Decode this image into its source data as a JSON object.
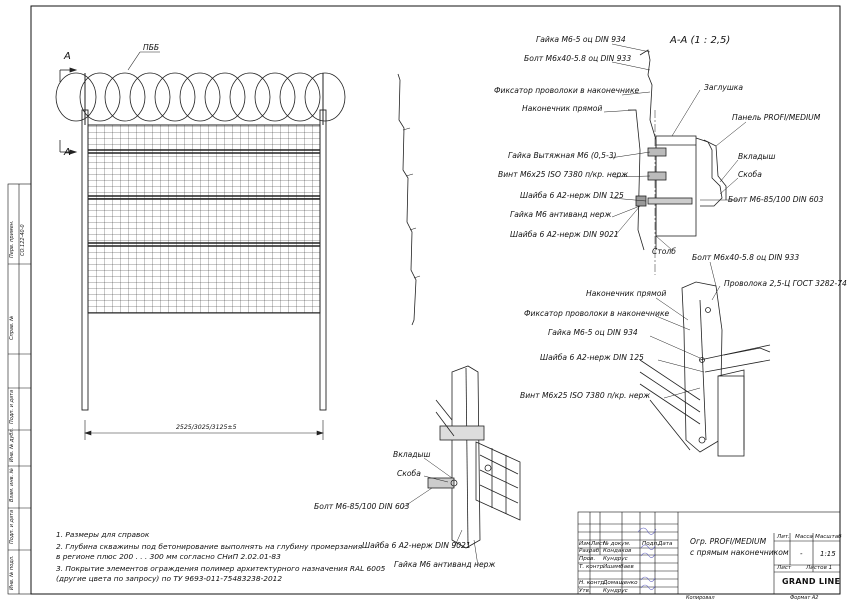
{
  "section_mark": "A",
  "top_label": "ПББ",
  "dimension": "2525/3025/3125±5",
  "section_title": "А-А (1 : 2,5)",
  "section_labels": {
    "nut_m6_5": "Гайка М6-5 оц DIN 934",
    "bolt_m6x40": "Болт М6х40-5.8 оц DIN 933",
    "wire_clamp": "Фиксатор проволоки в наконечнике",
    "tip_straight": "Наконечник прямой",
    "plug": "Заглушка",
    "panel": "Панель PROFI/MEDIUM",
    "nut_extended": "Гайка Вытяжная М6 (0,5-3)",
    "liner": "Вкладыш",
    "bracket": "Скоба",
    "screw_m6x25": "Винт М6х25 ISO 7380 п/кр. нерж",
    "washer_din125": "Шайба 6 А2-нерж DIN 125",
    "bolt_m6_85": "Болт  М6-85/100 DIN 603",
    "nut_antivandal": "Гайка М6 антиванд нерж",
    "washer_din9021": "Шайба 6 А2-нерж DIN 9021",
    "post": "Столб"
  },
  "iso_top_labels": {
    "bolt_m6x40": "Болт М6х40-5.8 оц DIN 933",
    "tip_straight": "Наконечник прямой",
    "wire": "Проволока 2,5-Ц ГОСТ 3282-74",
    "wire_clamp": "Фиксатор проволоки в наконечнике",
    "nut_m6_5": "Гайка М6-5 оц DIN 934",
    "washer_din125": "Шайба 6 А2-нерж DIN 125",
    "screw_m6x25": "Винт М6х25 ISO 7380 п/кр. нерж"
  },
  "iso_bottom_labels": {
    "liner": "Вкладыш",
    "bracket": "Скоба",
    "bolt_m6_85": "Болт  М6-85/100 DIN 603",
    "washer_din9021": "Шайба 6 А2-нерж DIN 9021",
    "nut_antivandal": "Гайка М6 антиванд нерж"
  },
  "notes": [
    "1.  Размеры для справок",
    "2.  Глубина скважины под бетонирование выполнять на глубину промерзания",
    "     в регионе плюс 200 . . . 300 мм согласно СНиП 2.02.01-83",
    "3.  Покрытие элементов ограждения полимер архитектурного назначения RAL 6005",
    "     (другие цвета по запросу) по ТУ 9693-011-75483238-2012"
  ],
  "left_strip": {
    "perv_primen": "Перв. примен.",
    "perv_value": "СО.122-40-0",
    "sprav": "Справ. №",
    "podp_data": "Подп. и дата",
    "inv_dubl": "Инв. № дубл.",
    "vzam_inv": "Взам. инв. №",
    "inv_podl": "Инв. № подл."
  },
  "title_block": {
    "hdr_izm": "Изм.",
    "hdr_list": "Лист",
    "hdr_docnum": "№ докум.",
    "hdr_podp": "Подп.",
    "hdr_data": "Дата",
    "row_razrab": "Разраб.",
    "name_razrab": "Кондаков",
    "row_prov": "Пров.",
    "name_prov": "Кундрус",
    "row_tkontr": "Т. контр.",
    "name_tkontr": "Ишимбаев",
    "row_nkontr": "Н. контр.",
    "name_nkontr": "Домащенко",
    "row_utv": "Утв.",
    "name_utv": "Кундрус",
    "title_line1": "Огр. PROFI/MEDIUM",
    "title_line2": "с прямым наконечником",
    "lit": "Лит.",
    "massa": "Масса",
    "masshtab": "Масштаб",
    "massa_val": "-",
    "masshtab_val": "1:15",
    "list_label": "Лист",
    "listov_label": "Листов 1",
    "company": "GRAND LINE",
    "kopiroval": "Копировал",
    "format": "Формат А2"
  }
}
